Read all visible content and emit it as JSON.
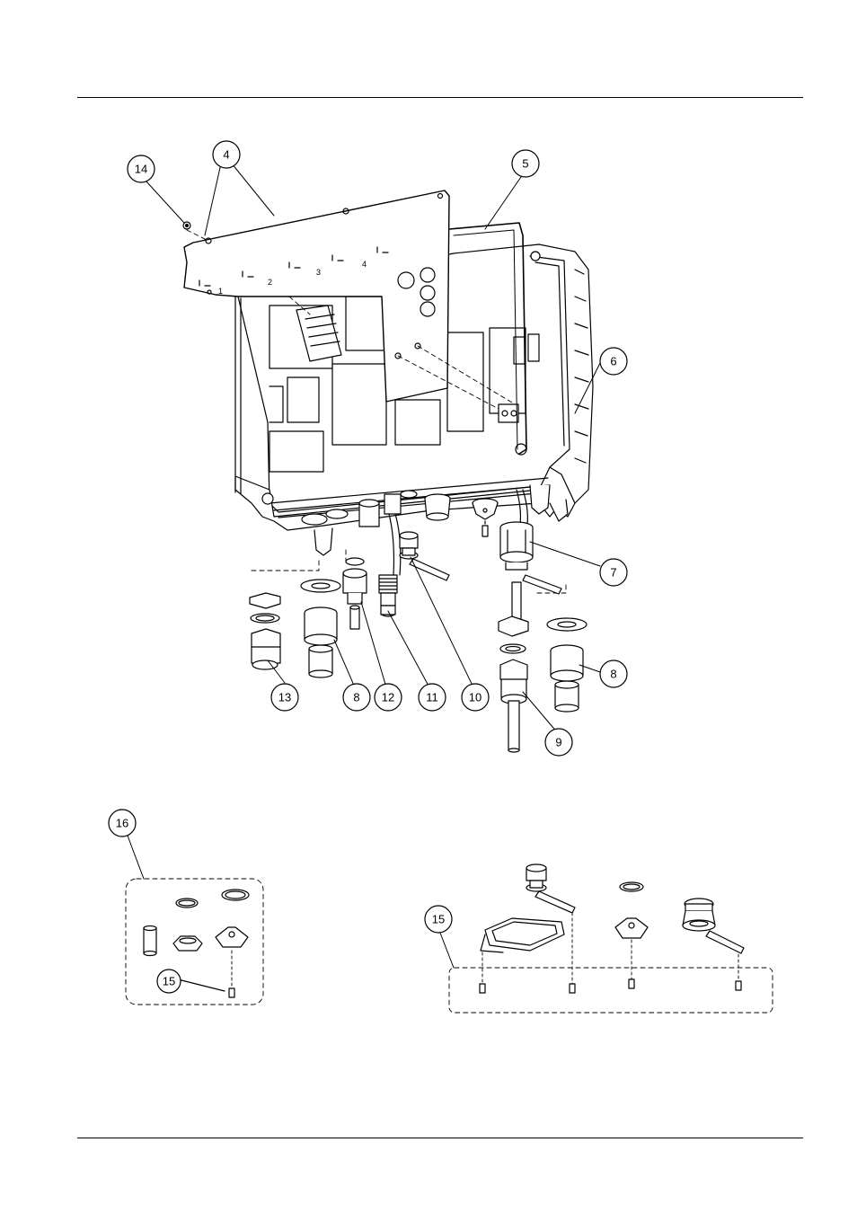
{
  "callouts": [
    {
      "id": "c14",
      "label": "14"
    },
    {
      "id": "c4",
      "label": "4"
    },
    {
      "id": "c5",
      "label": "5"
    },
    {
      "id": "c6",
      "label": "6"
    },
    {
      "id": "c7",
      "label": "7"
    },
    {
      "id": "c8a",
      "label": "8"
    },
    {
      "id": "c13",
      "label": "13"
    },
    {
      "id": "c8b",
      "label": "8"
    },
    {
      "id": "c12",
      "label": "12"
    },
    {
      "id": "c11",
      "label": "11"
    },
    {
      "id": "c10",
      "label": "10"
    },
    {
      "id": "c9",
      "label": "9"
    },
    {
      "id": "c16",
      "label": "16"
    },
    {
      "id": "c15a",
      "label": "15"
    },
    {
      "id": "c15b",
      "label": "15"
    }
  ],
  "terminal_markings": [
    "1",
    "2",
    "3",
    "4"
  ]
}
